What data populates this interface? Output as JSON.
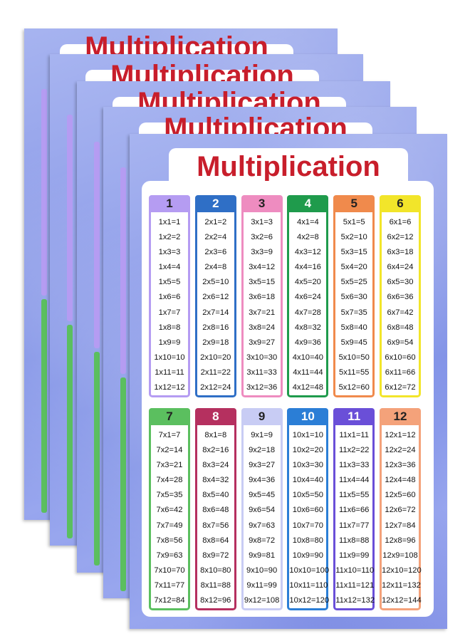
{
  "poster": {
    "title": "Multiplication",
    "title_color": "#c81e2b",
    "background_color": "#8e9de9",
    "columns": [
      {
        "number": "1",
        "color": "#b59cf2",
        "facts": [
          "1x1=1",
          "1x2=2",
          "1x3=3",
          "1x4=4",
          "1x5=5",
          "1x6=6",
          "1x7=7",
          "1x8=8",
          "1x9=9",
          "1x10=10",
          "1x11=11",
          "1x12=12"
        ]
      },
      {
        "number": "2",
        "color": "#2f6fc6",
        "facts": [
          "2x1=2",
          "2x2=4",
          "2x3=6",
          "2x4=8",
          "2x5=10",
          "2x6=12",
          "2x7=14",
          "2x8=16",
          "2x9=18",
          "2x10=20",
          "2x11=22",
          "2x12=24"
        ]
      },
      {
        "number": "3",
        "color": "#ee8cc0",
        "facts": [
          "3x1=3",
          "3x2=6",
          "3x3=9",
          "3x4=12",
          "3x5=15",
          "3x6=18",
          "3x7=21",
          "3x8=24",
          "3x9=27",
          "3x10=30",
          "3x11=33",
          "3x12=36"
        ]
      },
      {
        "number": "4",
        "color": "#1f9b4c",
        "facts": [
          "4x1=4",
          "4x2=8",
          "4x3=12",
          "4x4=16",
          "4x5=20",
          "4x6=24",
          "4x7=28",
          "4x8=32",
          "4x9=36",
          "4x10=40",
          "4x11=44",
          "4x12=48"
        ]
      },
      {
        "number": "5",
        "color": "#f08a4c",
        "facts": [
          "5x1=5",
          "5x2=10",
          "5x3=15",
          "5x4=20",
          "5x5=25",
          "5x6=30",
          "5x7=35",
          "5x8=40",
          "5x9=45",
          "5x10=50",
          "5x11=55",
          "5x12=60"
        ]
      },
      {
        "number": "6",
        "color": "#f2e52a",
        "facts": [
          "6x1=6",
          "6x2=12",
          "6x3=18",
          "6x4=24",
          "6x5=30",
          "6x6=36",
          "6x7=42",
          "6x8=48",
          "6x9=54",
          "6x10=60",
          "6x11=66",
          "6x12=72"
        ]
      },
      {
        "number": "7",
        "color": "#5bbf5f",
        "facts": [
          "7x1=7",
          "7x2=14",
          "7x3=21",
          "7x4=28",
          "7x5=35",
          "7x6=42",
          "7x7=49",
          "7x8=56",
          "7x9=63",
          "7x10=70",
          "7x11=77",
          "7x12=84"
        ]
      },
      {
        "number": "8",
        "color": "#b5305f",
        "facts": [
          "8x1=8",
          "8x2=16",
          "8x3=24",
          "8x4=32",
          "8x5=40",
          "8x6=48",
          "8x7=56",
          "8x8=64",
          "8x9=72",
          "8x10=80",
          "8x11=88",
          "8x12=96"
        ]
      },
      {
        "number": "9",
        "color": "#c8ccf4",
        "facts": [
          "9x1=9",
          "9x2=18",
          "9x3=27",
          "9x4=36",
          "9x5=45",
          "9x6=54",
          "9x7=63",
          "9x8=72",
          "9x9=81",
          "9x10=90",
          "9x11=99",
          "9x12=108"
        ]
      },
      {
        "number": "10",
        "color": "#2b7ed6",
        "facts": [
          "10x1=10",
          "10x2=20",
          "10x3=30",
          "10x4=40",
          "10x5=50",
          "10x6=60",
          "10x7=70",
          "10x8=80",
          "10x9=90",
          "10x10=100",
          "10x11=110",
          "10x12=120"
        ]
      },
      {
        "number": "11",
        "color": "#6a4fd8",
        "facts": [
          "11x1=11",
          "11x2=22",
          "11x3=33",
          "11x4=44",
          "11x5=55",
          "11x6=66",
          "11x7=77",
          "11x8=88",
          "11x9=99",
          "11x10=110",
          "11x11=121",
          "11x12=132"
        ]
      },
      {
        "number": "12",
        "color": "#f4a27a",
        "facts": [
          "12x1=12",
          "12x2=24",
          "12x3=36",
          "12x4=48",
          "12x5=60",
          "12x6=72",
          "12x7=84",
          "12x8=96",
          "12x9=108",
          "12x10=120",
          "12x11=132",
          "12x12=144"
        ]
      }
    ]
  }
}
